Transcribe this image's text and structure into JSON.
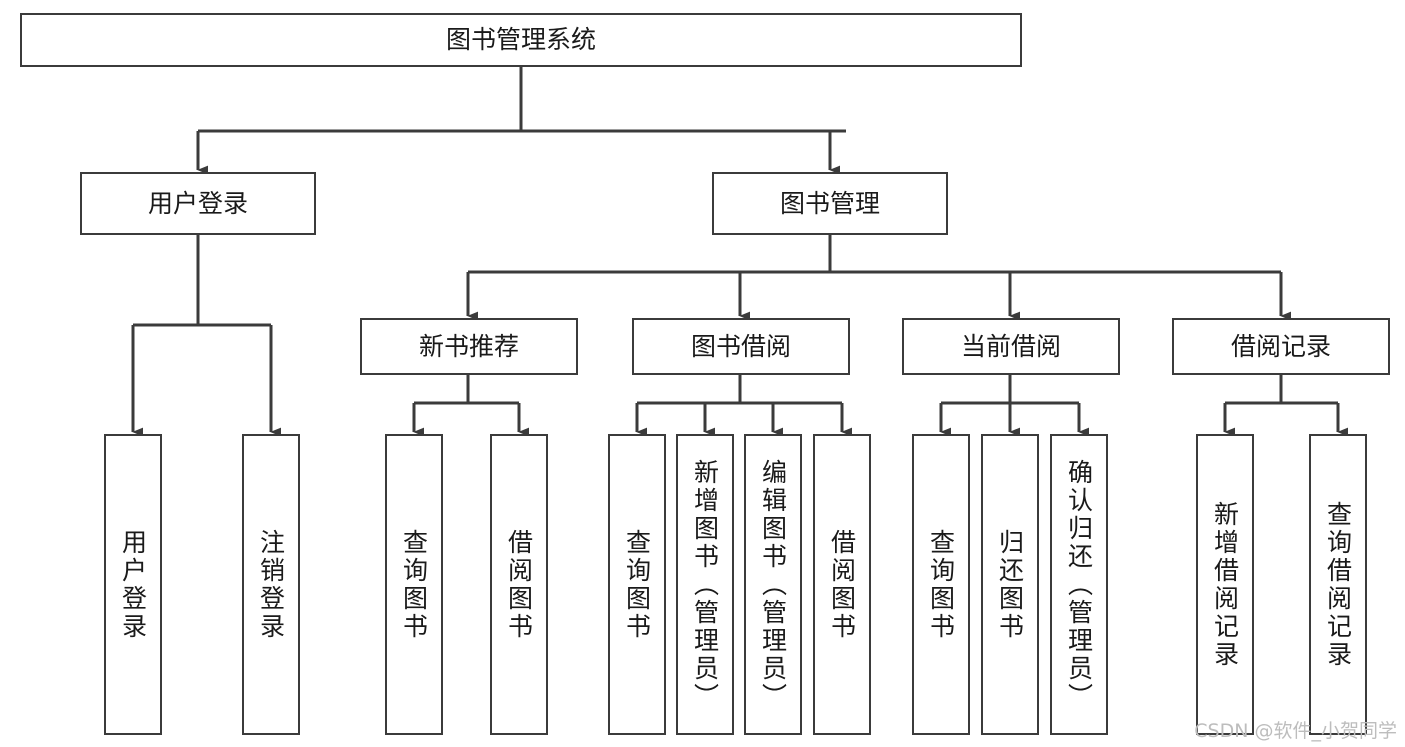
{
  "diagram": {
    "type": "tree",
    "title": "图书管理系统",
    "orientation": "top-down",
    "colors": {
      "node_border": "#3b3b3b",
      "node_fill": "#ffffff",
      "edge": "#3b3b3b",
      "text": "#1a1a1a",
      "watermark": "#bdbdbd"
    }
  },
  "nodes": {
    "root": {
      "label": "图书管理系统"
    },
    "level2": [
      {
        "label": "用户登录"
      },
      {
        "label": "图书管理"
      }
    ],
    "level3": [
      {
        "label": "新书推荐"
      },
      {
        "label": "图书借阅"
      },
      {
        "label": "当前借阅"
      },
      {
        "label": "借阅记录"
      }
    ],
    "leaves": {
      "user_login": [
        {
          "label": "用户登录"
        },
        {
          "label": "注销登录"
        }
      ],
      "new_book_recommend": [
        {
          "label": "查询图书"
        },
        {
          "label": "借阅图书"
        }
      ],
      "book_borrow": [
        {
          "label": "查询图书"
        },
        {
          "label": "新增图书（管理员）"
        },
        {
          "label": "编辑图书（管理员）"
        },
        {
          "label": "借阅图书"
        }
      ],
      "current_borrow": [
        {
          "label": "查询图书"
        },
        {
          "label": "归还图书"
        },
        {
          "label": "确认归还（管理员）"
        }
      ],
      "borrow_record": [
        {
          "label": "新增借阅记录"
        },
        {
          "label": "查询借阅记录"
        }
      ]
    }
  },
  "watermark": {
    "text": "CSDN @软件_小贺同学"
  }
}
